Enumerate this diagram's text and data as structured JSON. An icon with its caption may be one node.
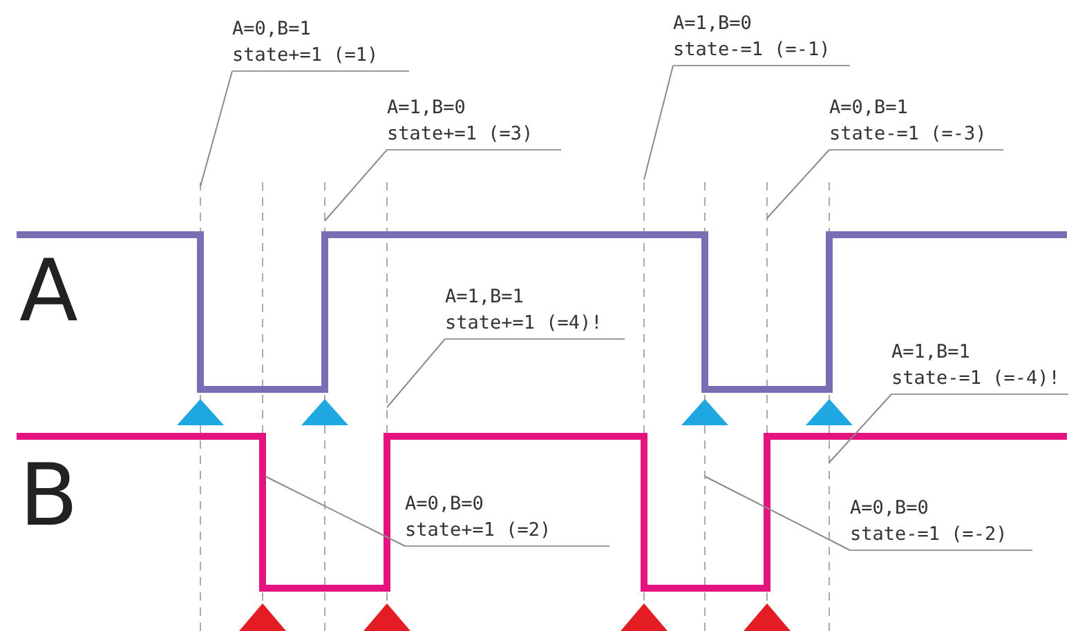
{
  "diagram": {
    "nodes": [
      {
        "text": [
          "A=0,B=1",
          "state+=1 (=1)"
        ]
      },
      {
        "text": [
          "A=1,B=0",
          "state+=1 (=3)"
        ]
      },
      {
        "text": [
          "A=1,B=1",
          "state+=1 (=4)!"
        ]
      },
      {
        "text": [
          "A=0,B=0",
          "state+=1 (=2)"
        ]
      },
      {
        "text": [
          "A=1,B=0",
          "state-=1 (=-1)"
        ]
      },
      {
        "text": [
          "A=0,B=1",
          "state-=1 (=-3)"
        ]
      },
      {
        "text": [
          "A=1,B=1",
          "state-=1 (=-4)!"
        ]
      },
      {
        "text": [
          "A=0,B=0",
          "state-=1 (=-2)"
        ]
      }
    ],
    "edges": [
      {
        "from": 0,
        "to": null,
        "arrow": "none"
      },
      {
        "from": 1,
        "to": null,
        "arrow": "none"
      },
      {
        "from": 2,
        "to": null,
        "arrow": "none"
      },
      {
        "from": 3,
        "to": null,
        "arrow": "none"
      },
      {
        "from": 4,
        "to": null,
        "arrow": "none"
      },
      {
        "from": 5,
        "to": null,
        "arrow": "none"
      },
      {
        "from": 6,
        "to": null,
        "arrow": "none"
      },
      {
        "from": 7,
        "to": null,
        "arrow": "none"
      }
    ],
    "labels": [
      "A",
      "B"
    ]
  }
}
